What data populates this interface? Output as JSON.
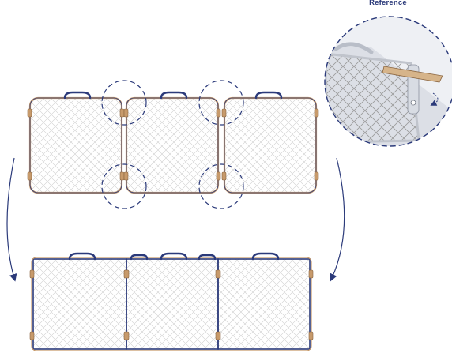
{
  "reference": {
    "label": "Reference"
  },
  "colors": {
    "frame_tan": "#c79a6b",
    "frame_navy": "#2b3a7a",
    "mesh_line": "#c9c9c9",
    "handle": "#2b3a7a",
    "circle_dash": "#2b3a7a",
    "arrow": "#2b3a7a"
  },
  "diagram": {
    "top_panel_count": 3,
    "bottom_panel_count": 3,
    "callout_circle_count": 4,
    "icons": [
      "mesh-panel-icon",
      "carry-handle-icon",
      "connector-clip-icon",
      "curved-arrow-icon",
      "dashed-circle-icon"
    ]
  }
}
